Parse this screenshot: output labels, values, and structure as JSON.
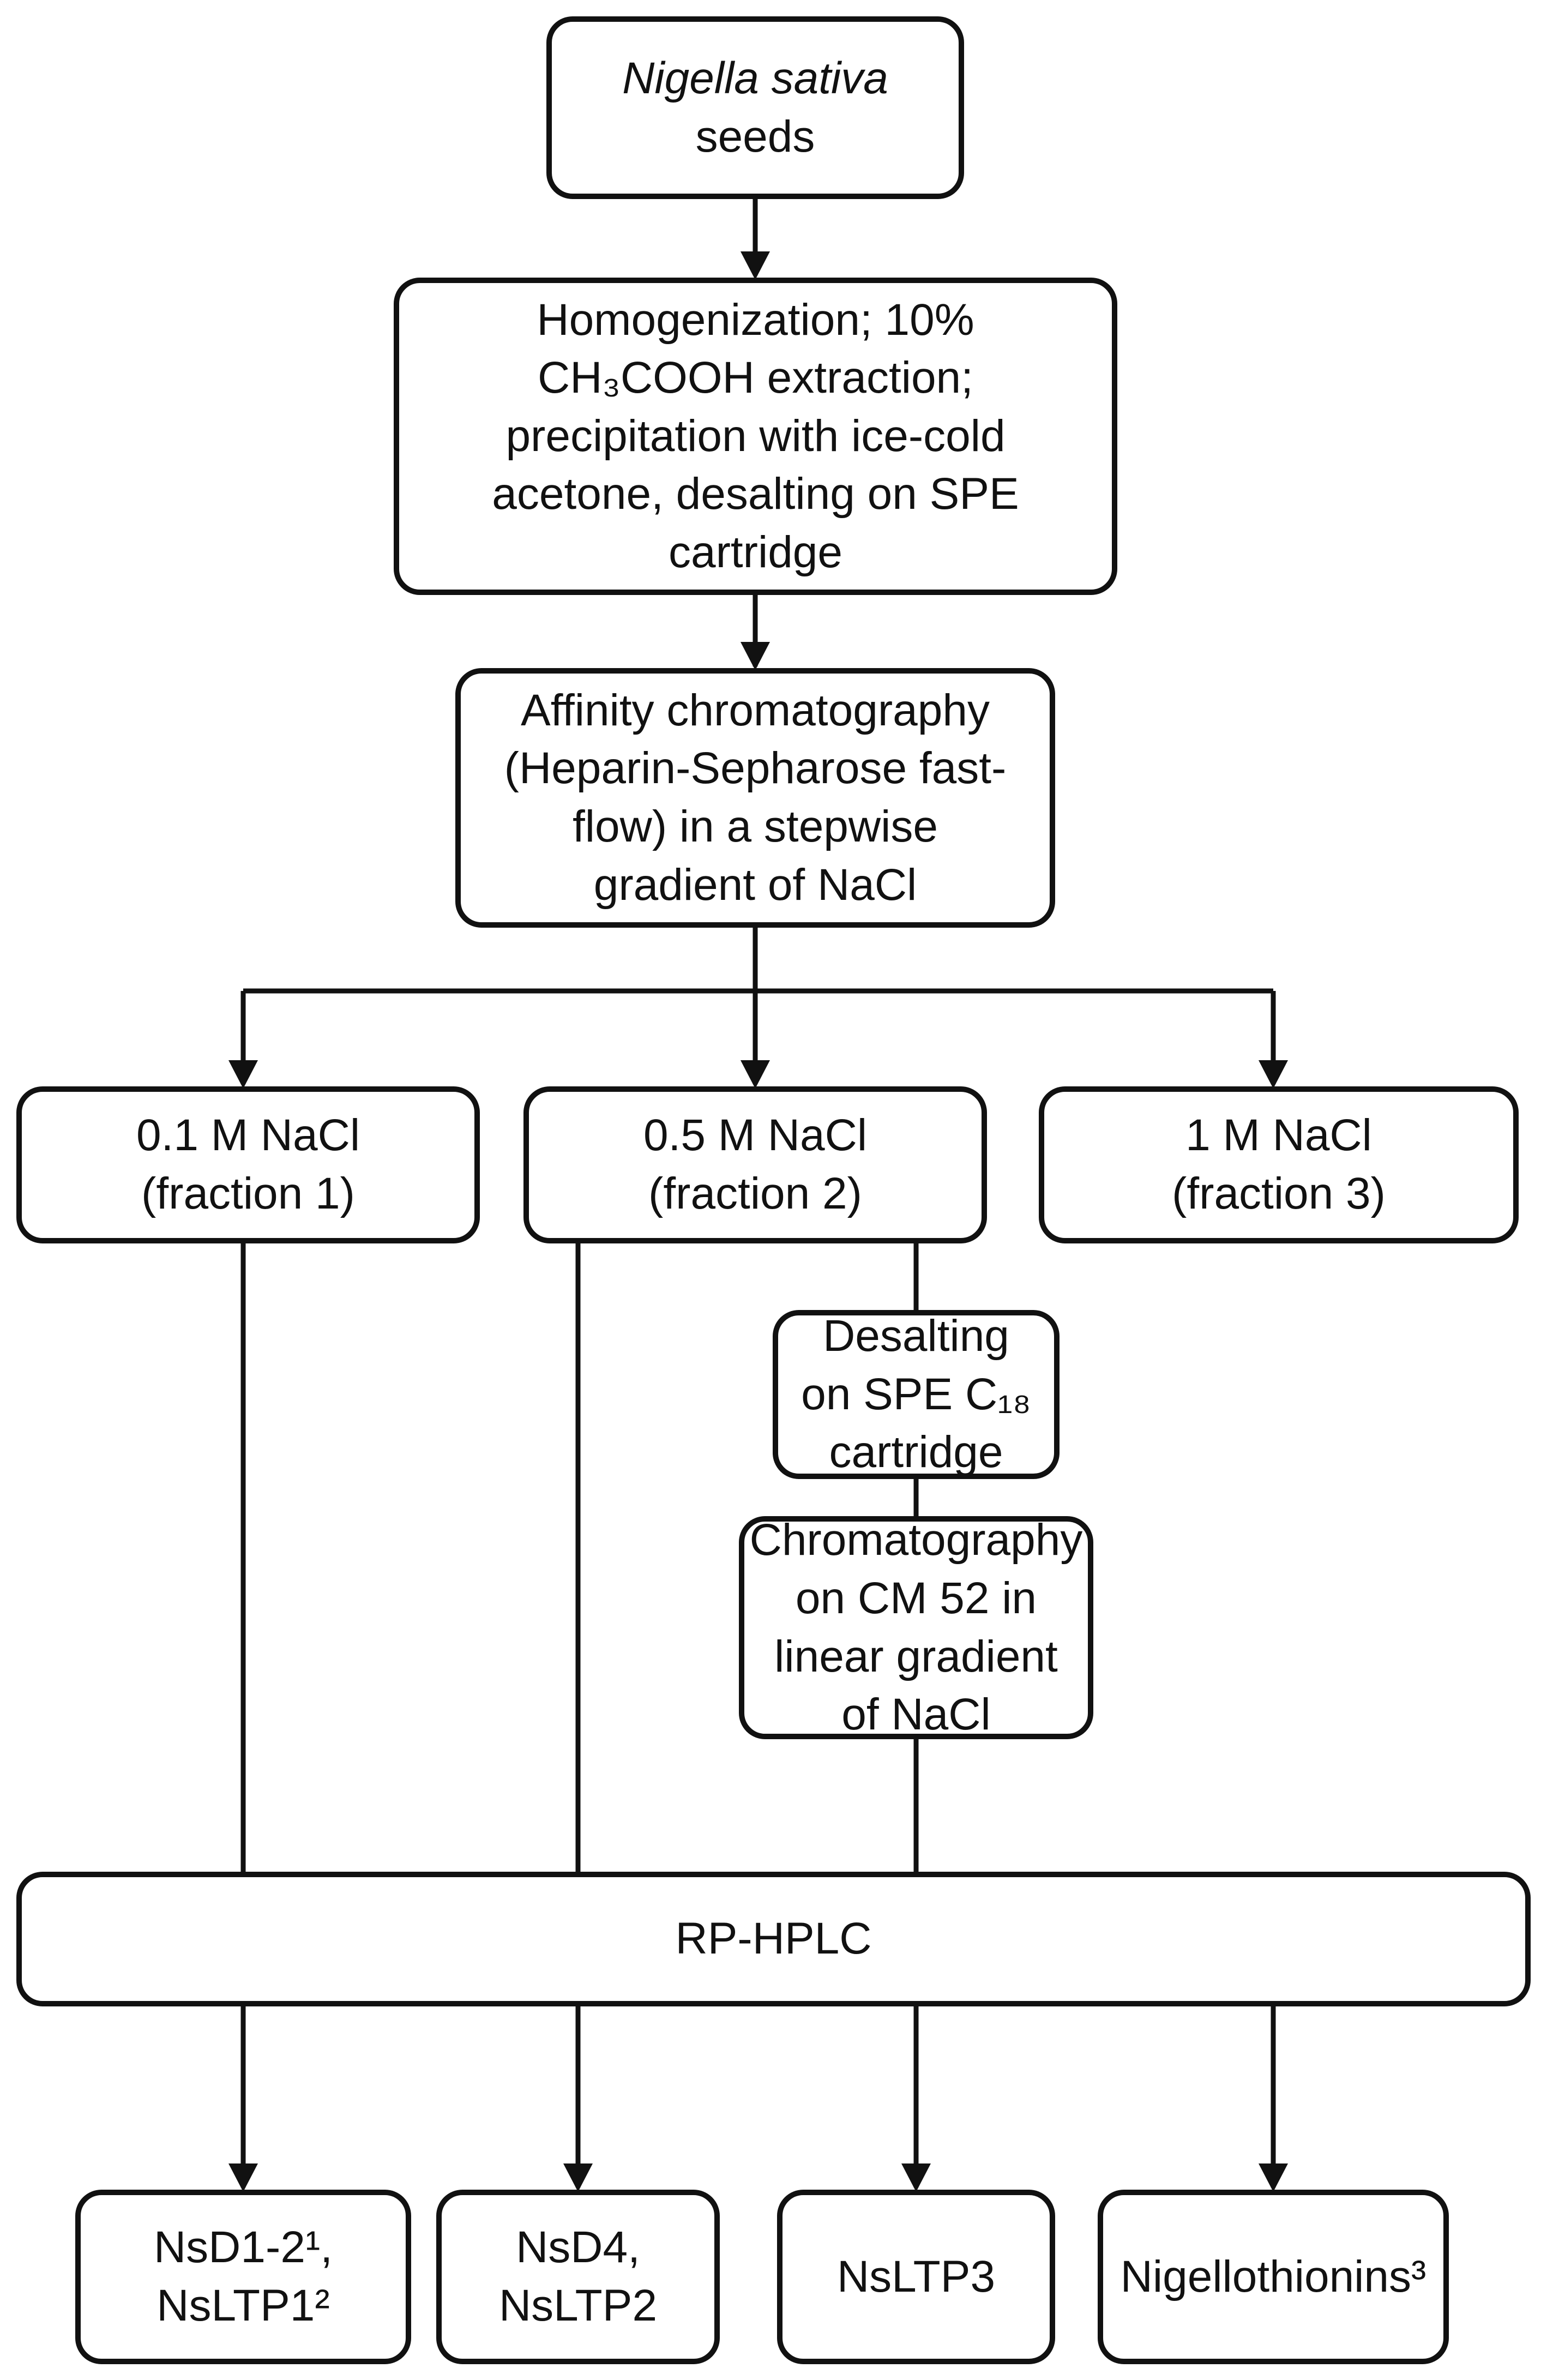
{
  "diagram": {
    "background": "#ffffff",
    "box_fill": "#ffffff",
    "box_border_color": "#111111",
    "line_color": "#111111",
    "text_color": "#111111",
    "nodes": {
      "seeds": {
        "species": "Nigella sativa",
        "rest": "seeds"
      },
      "extraction": {
        "label": "Homogenization; 10%\nCH₃COOH extraction;\nprecipitation with ice-cold\nacetone, desalting on SPE\ncartridge"
      },
      "affinity": {
        "label": "Affinity chromatography\n(Heparin-Sepharose fast-\nflow) in a stepwise\ngradient of NaCl"
      },
      "fraction1": {
        "label": "0.1 M NaCl\n(fraction 1)"
      },
      "fraction2": {
        "label": "0.5 M NaCl\n(fraction 2)"
      },
      "fraction3": {
        "label": "1 M NaCl\n(fraction 3)"
      },
      "desalting": {
        "label": "Desalting\non SPE C₁₈\ncartridge"
      },
      "cm52": {
        "label": "Chromatography\non CM 52 in\nlinear gradient\nof NaCl"
      },
      "rphplc": {
        "label": "RP-HPLC"
      },
      "product1": {
        "label": "NsD1-2¹,\nNsLTP1²"
      },
      "product2": {
        "label": "NsD4,\nNsLTP2"
      },
      "product3": {
        "label": "NsLTP3"
      },
      "product4": {
        "label": "Nigellothionins³"
      }
    }
  }
}
